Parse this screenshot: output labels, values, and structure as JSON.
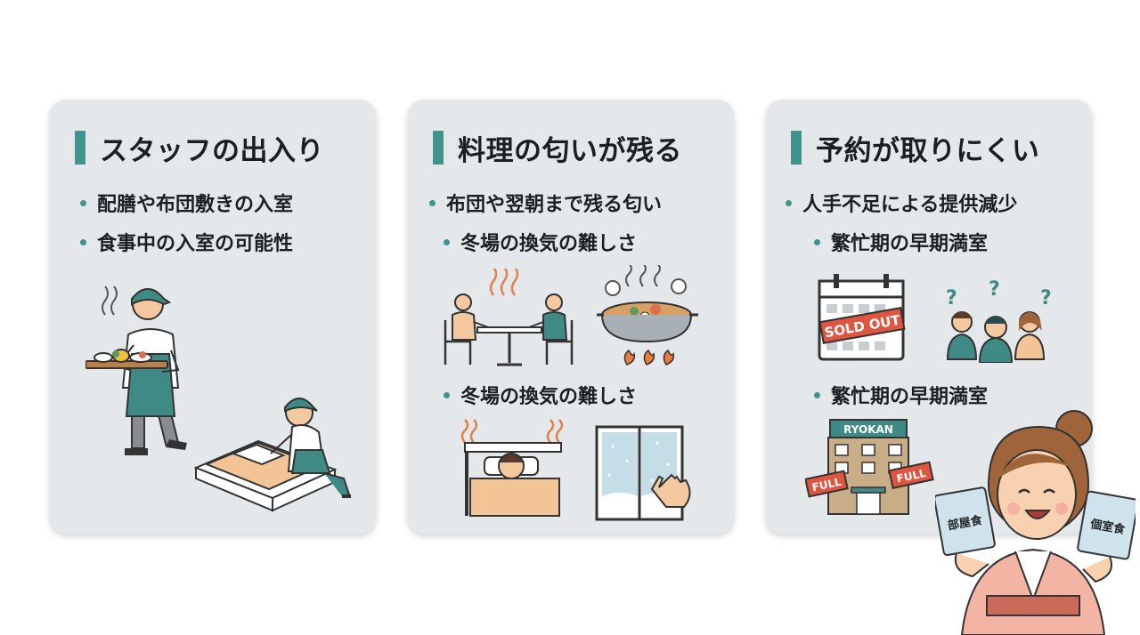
{
  "cards": [
    {
      "title": "スタッフの出入り",
      "bullets": [
        "配膳や布団敷きの入室",
        "食事中の入室の可能性"
      ]
    },
    {
      "title": "料理の匂いが残る",
      "bullets": [
        "布団や翌朝まで残る匂い",
        "冬場の換気の難しさ",
        "冬場の換気の難しさ"
      ]
    },
    {
      "title": "予約が取りにくい",
      "bullets": [
        "人手不足による提供減少",
        "繁忙期の早期満室",
        "繁忙期の早期満室"
      ]
    }
  ],
  "signs": {
    "sold_out": "SOLD OUT",
    "ryokan": "RYOKAN",
    "full_left": "FULL",
    "full_right": "FULL",
    "card_left": "部屋食",
    "card_right": "個室食"
  },
  "colors": {
    "accent": "#3f948d",
    "card_bg": "#e4e8eb",
    "sold_out_red": "#e0553f",
    "apron_teal": "#3f8a84"
  },
  "icons": [
    "waiter-illustration",
    "futon-maid-illustration",
    "dining-couple-illustration",
    "hotpot-illustration",
    "sleeping-person-illustration",
    "frosted-window-illustration",
    "calendar-sold-out-illustration",
    "confused-guests-illustration",
    "ryokan-building-illustration",
    "okami-woman-illustration"
  ]
}
